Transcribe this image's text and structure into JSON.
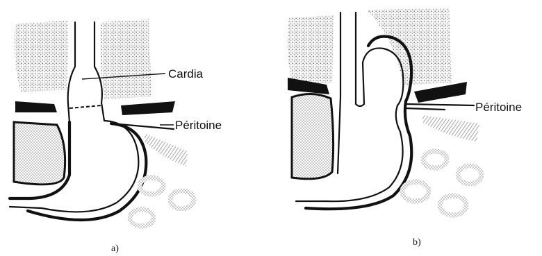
{
  "panels": [
    {
      "id": "a",
      "caption": "a)"
    },
    {
      "id": "b",
      "caption": "b)"
    }
  ],
  "labels": {
    "cardia": "Cardia",
    "peritoine_a": "Péritoine",
    "peritoine_b": "Péritoine"
  },
  "colors": {
    "ink": "#111111",
    "stipple": "#9a9a9a",
    "hatch": "#b0b0b0"
  }
}
